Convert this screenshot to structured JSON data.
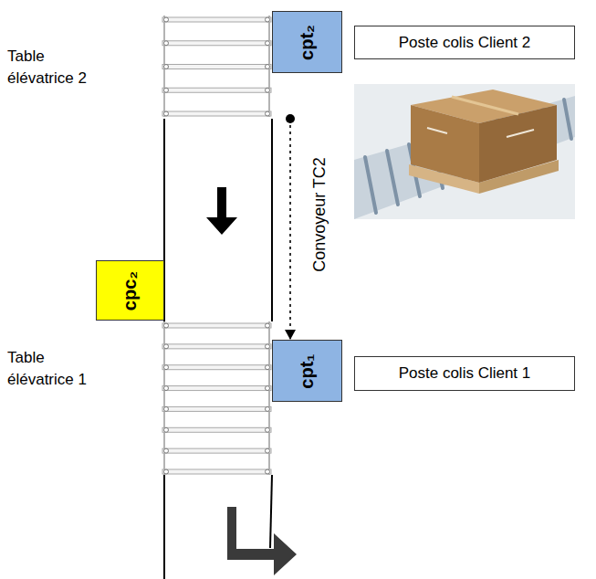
{
  "diagram": {
    "nodes": [
      {
        "text": [
          "Table élévatrice 2"
        ]
      },
      {
        "text": [
          "cpt₂"
        ]
      },
      {
        "text": [
          "Poste colis Client 2"
        ]
      },
      {
        "text": [
          "cpc₂"
        ]
      },
      {
        "text": [
          "Table élévatrice 1"
        ]
      },
      {
        "text": [
          "cpt₁"
        ]
      },
      {
        "text": [
          "Poste colis Client 1"
        ]
      }
    ],
    "edges": [
      {
        "from": 0,
        "to": 5,
        "arrow": "to",
        "label": "Convoyeur TC2"
      }
    ]
  }
}
